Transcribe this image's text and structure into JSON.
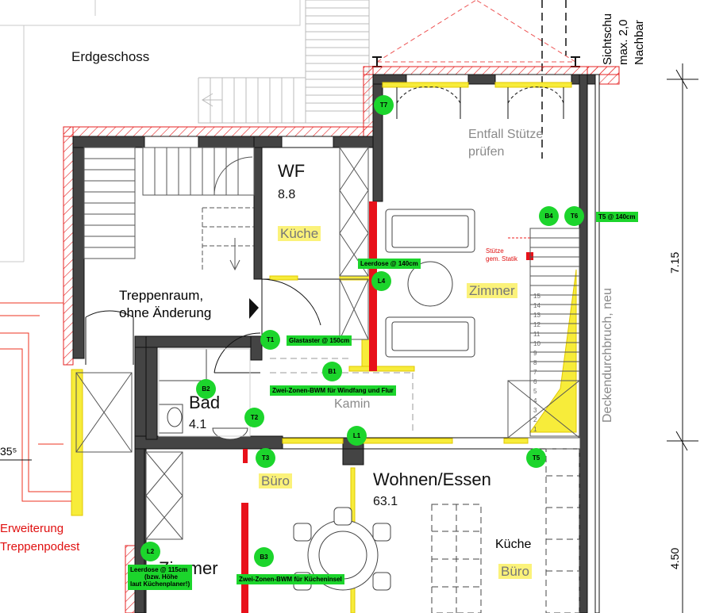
{
  "title": "Erdgeschoss",
  "rooms": {
    "wf_name": "WF",
    "wf_area": "8.8",
    "kueche_label": "Küche",
    "treppen_1": "Treppenraum,",
    "treppen_2": "ohne Änderung",
    "bad_name": "Bad",
    "bad_area": "4.1",
    "kamin": "Kamin",
    "zimmer_yellow": "Zimmer",
    "buero1": "Büro",
    "wohnen_name": "Wohnen/Essen",
    "wohnen_area": "63.1",
    "kueche2": "Küche",
    "buero2": "Büro",
    "zimmer_bottom": "Zimmer"
  },
  "notes": {
    "entfall_1": "Entfall Stütze",
    "entfall_2": "prüfen",
    "stuetze_1": "Stütze",
    "stuetze_2": "gem. Statik",
    "decken": "Deckendurchbruch, neu",
    "sicht_1": "Sichtschu",
    "sicht_2": "max. 2,0",
    "sicht_3": "Nachbar",
    "erw_1": "Erweiterung",
    "erw_2": "Treppenpodest",
    "dim_left": "35⁵",
    "dim_715": "7.15",
    "dim_450": "4.50"
  },
  "markers": {
    "T7": "T7",
    "B4": "B4",
    "T6": "T6",
    "L4": "L4",
    "T1": "T1",
    "B1": "B1",
    "B2": "B2",
    "T2": "T2",
    "L1": "L1",
    "T3": "T3",
    "T5": "T5",
    "L2": "L2",
    "B3": "B3"
  },
  "tags": {
    "t5": "T5 @ 140cm",
    "leerdose": "Leerdose @ 140cm",
    "glastaster": "Glastaster @ 150cm",
    "bwm1": "Zwei-Zonen-BWM für Windfang und Flur",
    "l2_1": "Leerdose @ 115cm",
    "l2_2": "(bzw. Höhe",
    "l2_3": "laut Küchenplaner!)",
    "bwm2": "Zwei-Zonen-BWM für  Kücheninsel"
  },
  "stair_numbers": [
    "1",
    "2",
    "3",
    "4",
    "5",
    "6",
    "7",
    "8",
    "9",
    "10",
    "11",
    "12",
    "13",
    "14",
    "15"
  ]
}
